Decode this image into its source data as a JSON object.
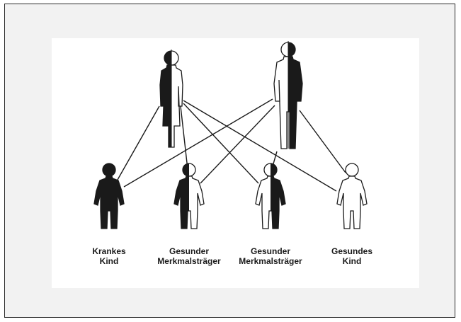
{
  "diagram": {
    "parents": [
      {
        "name": "mother",
        "pattern": "half-left-black"
      },
      {
        "name": "father",
        "pattern": "half-right-black"
      }
    ],
    "children": [
      {
        "line1": "Krankes",
        "line2": "Kind",
        "pattern": "black"
      },
      {
        "line1": "Gesunder",
        "line2": "Merkmalsträger",
        "pattern": "half-left-black"
      },
      {
        "line1": "Gesunder",
        "line2": "Merkmalsträger",
        "pattern": "half-right-black"
      },
      {
        "line1": "Gesundes",
        "line2": "Kind",
        "pattern": "white"
      }
    ],
    "colors": {
      "fill_dark": "#1a1a1a",
      "fill_light": "#ffffff",
      "line": "#1a1a1a"
    }
  }
}
